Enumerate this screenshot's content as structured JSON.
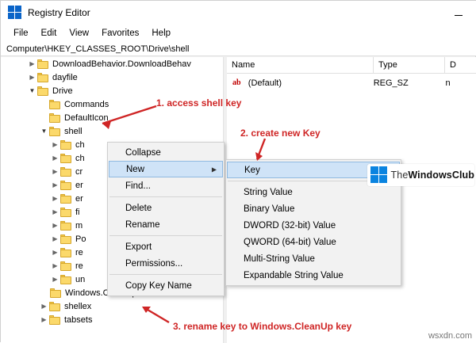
{
  "window": {
    "title": "Registry Editor",
    "icon": "registry-editor-icon",
    "minimize_label": "—"
  },
  "menubar": {
    "items": [
      {
        "label": "File"
      },
      {
        "label": "Edit"
      },
      {
        "label": "View"
      },
      {
        "label": "Favorites"
      },
      {
        "label": "Help"
      }
    ]
  },
  "address": {
    "path": "Computer\\HKEY_CLASSES_ROOT\\Drive\\shell"
  },
  "tree": {
    "items": [
      {
        "label": "DownloadBehavior.DownloadBehav",
        "indent": 1,
        "chevron": "collapsed"
      },
      {
        "label": "dayfile",
        "indent": 1,
        "chevron": "collapsed"
      },
      {
        "label": "Drive",
        "indent": 1,
        "chevron": "expanded"
      },
      {
        "label": "Commands",
        "indent": 2,
        "chevron": "none"
      },
      {
        "label": "DefaultIcon",
        "indent": 2,
        "chevron": "none"
      },
      {
        "label": "shell",
        "indent": 2,
        "chevron": "expanded"
      },
      {
        "label": "ch",
        "indent": 3,
        "chevron": "collapsed"
      },
      {
        "label": "ch",
        "indent": 3,
        "chevron": "collapsed"
      },
      {
        "label": "cr",
        "indent": 3,
        "chevron": "collapsed"
      },
      {
        "label": "er",
        "indent": 3,
        "chevron": "collapsed"
      },
      {
        "label": "er",
        "indent": 3,
        "chevron": "collapsed"
      },
      {
        "label": "fi",
        "indent": 3,
        "chevron": "collapsed"
      },
      {
        "label": "m",
        "indent": 3,
        "chevron": "collapsed"
      },
      {
        "label": "Po",
        "indent": 3,
        "chevron": "collapsed"
      },
      {
        "label": "re",
        "indent": 3,
        "chevron": "collapsed"
      },
      {
        "label": "re",
        "indent": 3,
        "chevron": "collapsed"
      },
      {
        "label": "un",
        "indent": 3,
        "chevron": "collapsed"
      },
      {
        "label": "Windows.CleanUp",
        "indent": 3,
        "chevron": "none"
      },
      {
        "label": "shellex",
        "indent": 2,
        "chevron": "collapsed"
      },
      {
        "label": "tabsets",
        "indent": 2,
        "chevron": "collapsed"
      }
    ]
  },
  "list": {
    "columns": [
      "Name",
      "Type",
      "D"
    ],
    "rows": [
      {
        "name": "(Default)",
        "type": "REG_SZ",
        "data": "n",
        "icon": "ab-string-icon"
      }
    ]
  },
  "context_menu": {
    "items": [
      {
        "label": "Collapse",
        "type": "item"
      },
      {
        "label": "New",
        "type": "submenu",
        "selected": true
      },
      {
        "label": "Find...",
        "type": "item"
      },
      {
        "type": "separator"
      },
      {
        "label": "Delete",
        "type": "item"
      },
      {
        "label": "Rename",
        "type": "item"
      },
      {
        "type": "separator"
      },
      {
        "label": "Export",
        "type": "item"
      },
      {
        "label": "Permissions...",
        "type": "item"
      },
      {
        "type": "separator"
      },
      {
        "label": "Copy Key Name",
        "type": "item"
      }
    ]
  },
  "submenu": {
    "items": [
      {
        "label": "Key",
        "selected": true
      },
      {
        "type": "separator"
      },
      {
        "label": "String Value"
      },
      {
        "label": "Binary Value"
      },
      {
        "label": "DWORD (32-bit) Value"
      },
      {
        "label": "QWORD (64-bit) Value"
      },
      {
        "label": "Multi-String Value"
      },
      {
        "label": "Expandable String Value"
      }
    ]
  },
  "annotations": [
    {
      "id": "step1",
      "text": "1. access shell key"
    },
    {
      "id": "step2",
      "text": "2. create new Key"
    },
    {
      "id": "step3",
      "text": "3. rename key to Windows.CleanUp key"
    }
  ],
  "watermark": {
    "text_light": "The",
    "text_bold": "WindowsClub",
    "corner": "wsxdn.com"
  },
  "colors": {
    "annotation": "#cf2525",
    "brand": "#0a84e0",
    "folder": "#fbd96b",
    "selection": "#cfe3f7"
  }
}
